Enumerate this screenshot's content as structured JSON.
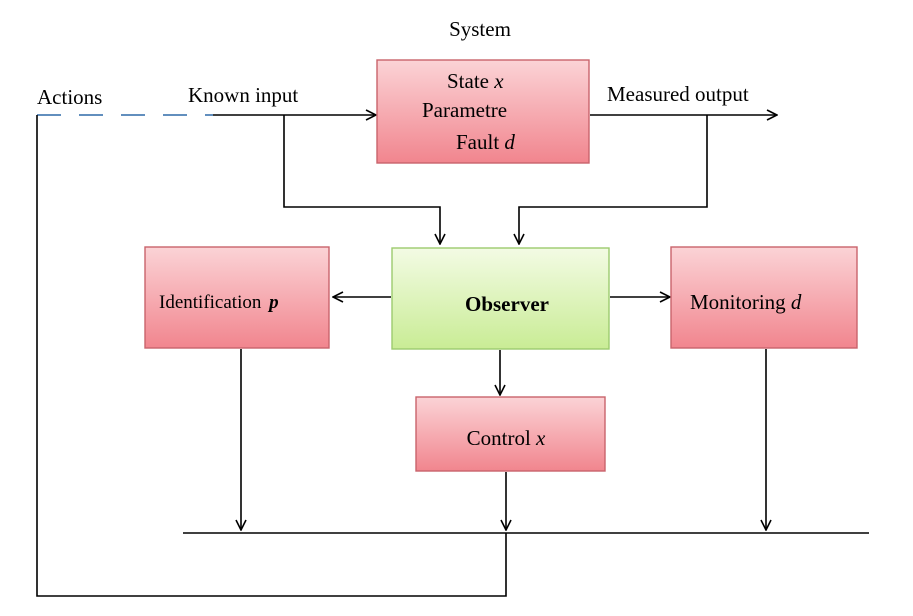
{
  "title": "System",
  "labels": {
    "actions": "Actions",
    "known_input": "Known input",
    "measured_output": "Measured output"
  },
  "system_box": {
    "line1": "State ",
    "line1_var": "x",
    "line2": "Parametre",
    "line3": "Fault ",
    "line3_var": "d"
  },
  "observer_box": {
    "label": "Observer"
  },
  "identification_box": {
    "label": "Identification ",
    "var": "p"
  },
  "monitoring_box": {
    "label": "Monitoring ",
    "var": "d"
  },
  "control_box": {
    "label": "Control ",
    "var": "x"
  },
  "colors": {
    "red_box_top": "#fbd3d6",
    "red_box_bottom": "#f1858e",
    "green_box_top": "#f3fbe4",
    "green_box_bottom": "#c9ec95",
    "dash_line": "#2f6aa8"
  }
}
